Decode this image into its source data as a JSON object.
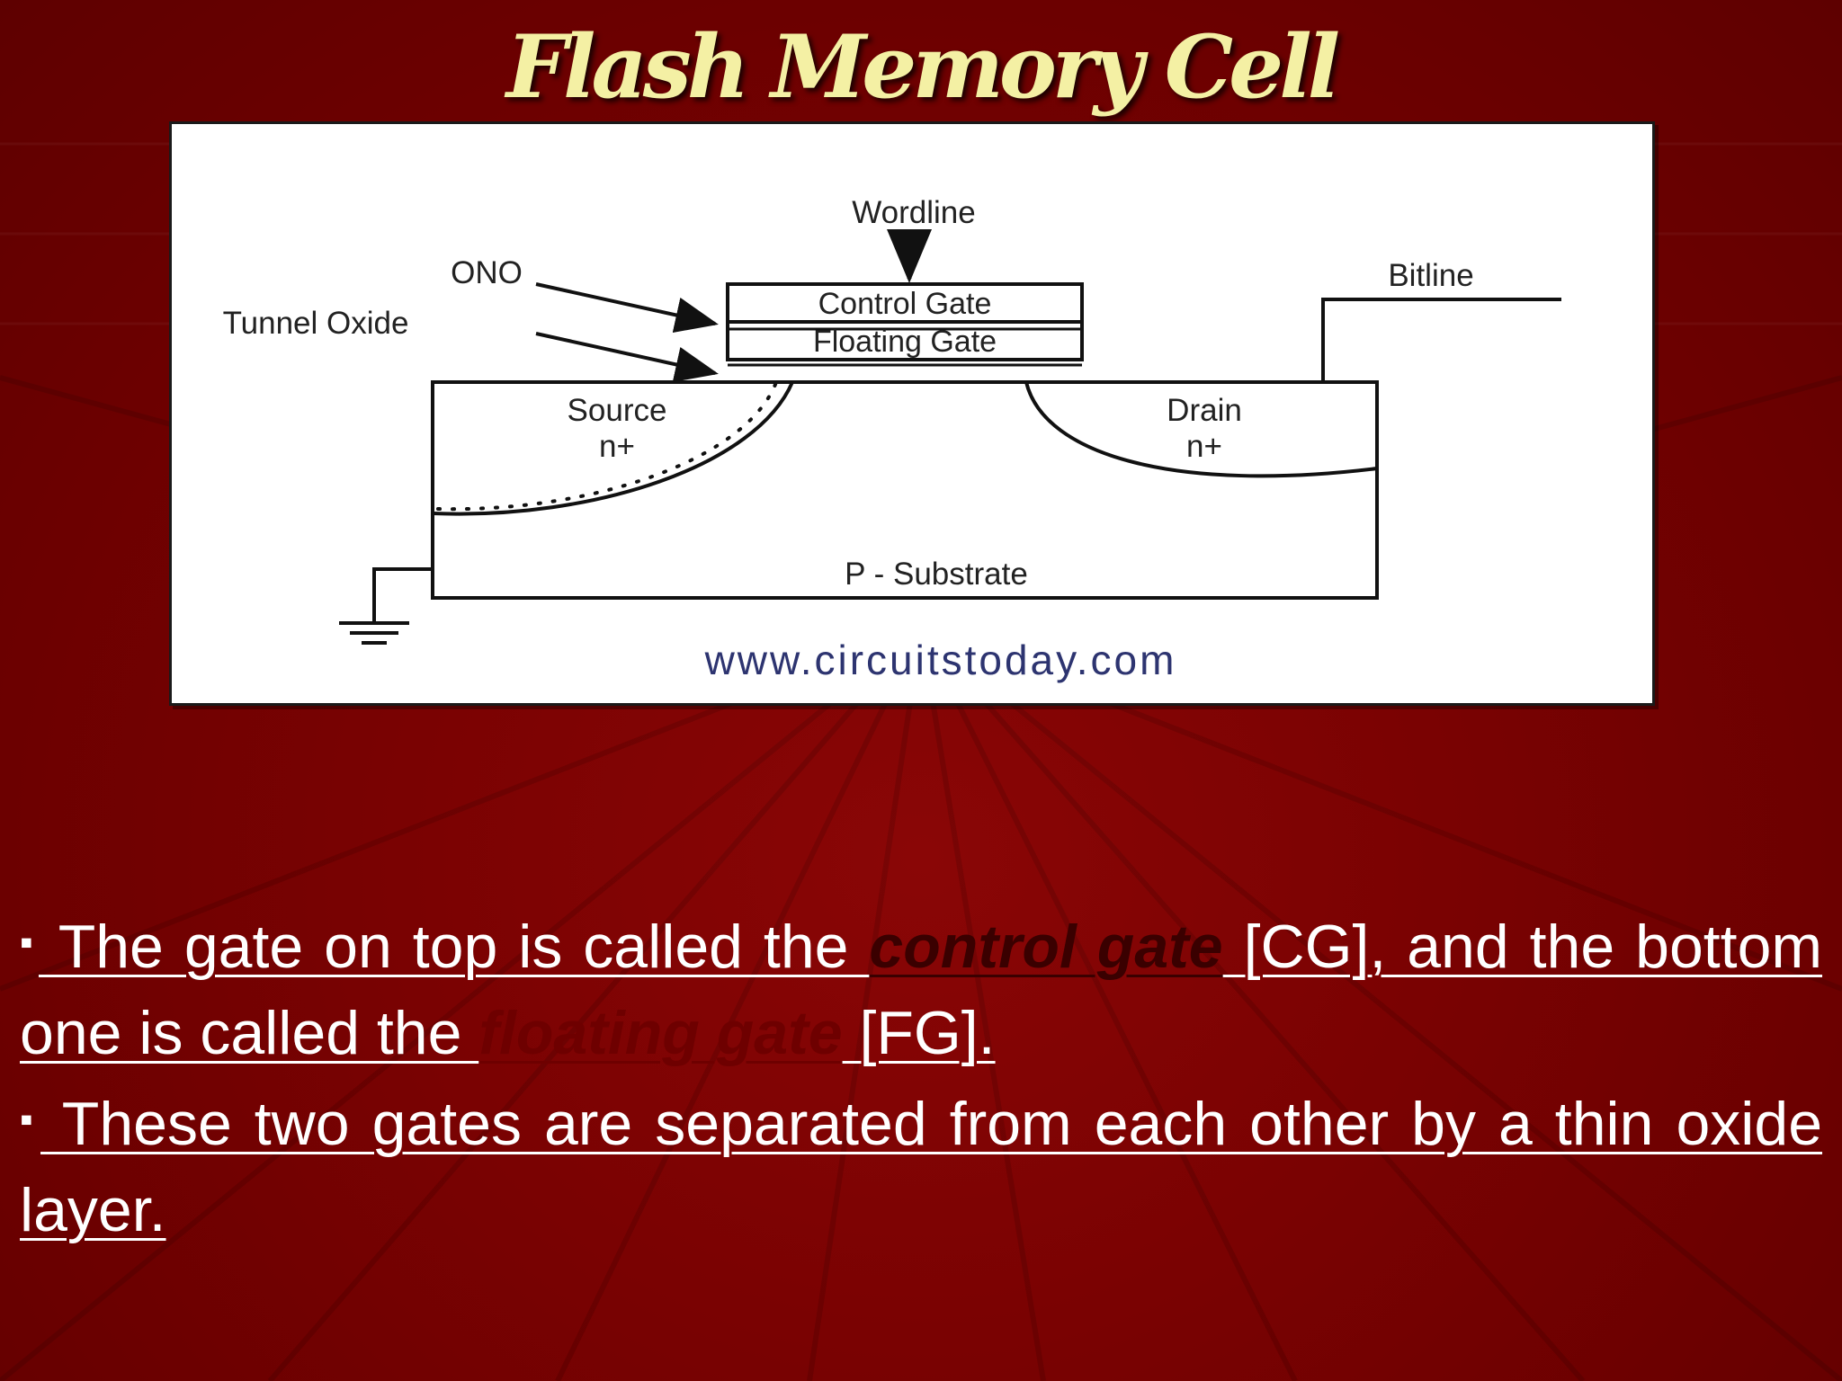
{
  "slide": {
    "title": "Flash Memory Cell"
  },
  "diagram": {
    "labels": {
      "wordline": "Wordline",
      "ono": "ONO",
      "tunnel_oxide": "Tunnel Oxide",
      "bitline": "Bitline",
      "control_gate": "Control Gate",
      "floating_gate": "Floating Gate",
      "source": "Source",
      "source_doping": "n+",
      "drain": "Drain",
      "drain_doping": "n+",
      "substrate": "P - Substrate"
    },
    "watermark": "www.circuitstoday.com"
  },
  "bullets": [
    {
      "marker": "▪",
      "part1": " The gate on top is called the ",
      "term1": "control gate",
      "part2": " [CG], and the bottom one is called the ",
      "term2": "floating gate",
      "part3": " [FG]."
    },
    {
      "marker": "▪",
      "text": " These two gates are separated from each other by a thin oxide layer."
    }
  ],
  "colors": {
    "background": "#7a0202",
    "title": "#f4f0a4",
    "term_control_gate": "#3a0000",
    "term_floating_gate": "#6e0000"
  }
}
